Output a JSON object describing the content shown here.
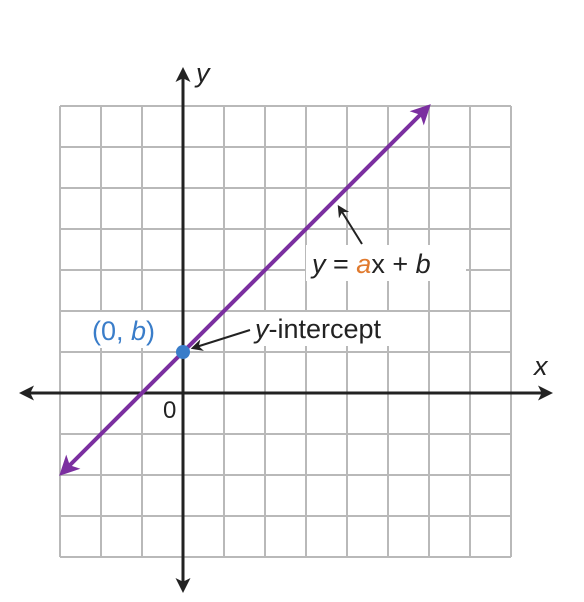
{
  "axes": {
    "x_label": "x",
    "y_label": "y",
    "origin_label": "0",
    "x_range": [
      -3,
      8
    ],
    "y_range": [
      -4,
      7
    ],
    "grid": true
  },
  "line": {
    "color": "#7b2fa0",
    "start": [
      -3,
      -2
    ],
    "end": [
      6,
      7
    ],
    "equation_parts": {
      "lhs": "y",
      "eq": " = ",
      "a": "a",
      "x_part": "x + ",
      "b": "b"
    },
    "a_color": "#e07a2e"
  },
  "intercept": {
    "point": [
      0,
      1
    ],
    "color": "#3a7dc9",
    "label_open": "(0, ",
    "label_b": "b",
    "label_close": ")",
    "annotation_y": "y",
    "annotation_rest": "-intercept"
  }
}
